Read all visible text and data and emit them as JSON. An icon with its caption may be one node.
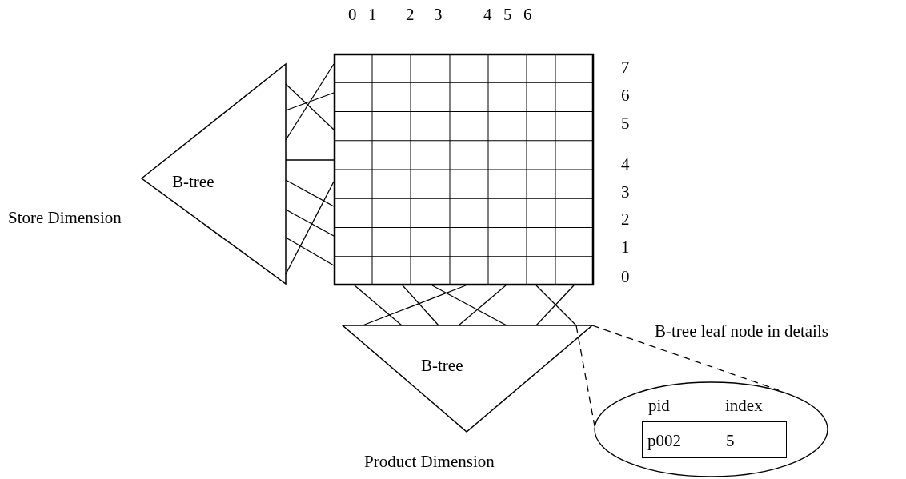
{
  "diagram": {
    "nodes": [
      {
        "text": [
          "B-tree"
        ],
        "beside": [
          "Store Dimension"
        ]
      },
      {
        "text": [],
        "shape": "box"
      },
      {
        "text": [
          "B-tree"
        ],
        "beside": [
          "Product Dimension"
        ]
      },
      {
        "text": [
          "pid",
          "index"
        ],
        "beside": [
          "B-tree leaf node in details"
        ]
      },
      {
        "text": [
          "p002",
          "5"
        ],
        "in": 3
      }
    ],
    "edges": [
      {
        "from": 0,
        "to": 1,
        "arrow": "none"
      },
      {
        "from": 0,
        "to": 1,
        "arrow": "none"
      },
      {
        "from": 0,
        "to": 1,
        "arrow": "none"
      },
      {
        "from": 0,
        "to": 1,
        "arrow": "none"
      },
      {
        "from": 0,
        "to": 1,
        "arrow": "none"
      },
      {
        "from": 0,
        "to": 1,
        "arrow": "none"
      },
      {
        "from": 0,
        "to": 1,
        "arrow": "none"
      },
      {
        "from": 0,
        "to": 1,
        "arrow": "none"
      },
      {
        "from": 2,
        "to": 1,
        "arrow": "none"
      },
      {
        "from": 2,
        "to": 1,
        "arrow": "none"
      },
      {
        "from": 2,
        "to": 1,
        "arrow": "none"
      },
      {
        "from": 2,
        "to": 1,
        "arrow": "none"
      },
      {
        "from": 2,
        "to": 1,
        "arrow": "none"
      },
      {
        "from": 2,
        "to": 1,
        "arrow": "none"
      },
      {
        "from": 2,
        "to": 1,
        "arrow": "none"
      },
      {
        "from": 2,
        "to": 3,
        "arrow": "none",
        "style": "dashed"
      },
      {
        "from": 2,
        "to": 3,
        "arrow": "none",
        "style": "dashed"
      }
    ],
    "labels": [
      "0",
      "1",
      "2",
      "3",
      "4",
      "5",
      "6",
      "7",
      "6",
      "5",
      "4",
      "3",
      "2",
      "1",
      "0"
    ]
  }
}
